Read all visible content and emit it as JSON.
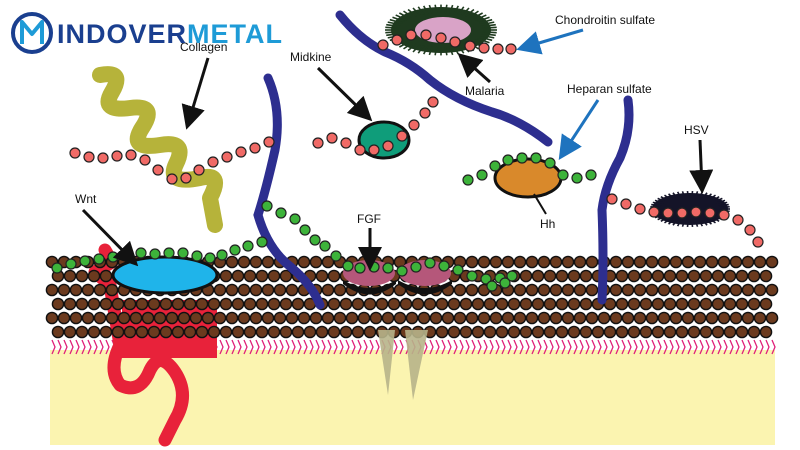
{
  "brand": {
    "name": "INDOVERMETAL",
    "name_dark_part": "INDOVER",
    "name_accent_part": "METAL",
    "colors": {
      "dark": "#1a3f8f",
      "accent": "#1e9bd7"
    }
  },
  "labels": {
    "collagen": "Collagen",
    "midkine": "Midkine",
    "chondroitin_sulfate": "Chondroitin sulfate",
    "malaria": "Malaria",
    "heparan_sulfate": "Heparan sulfate",
    "hsv": "HSV",
    "wnt": "Wnt",
    "fgf": "FGF",
    "hh": "Hh"
  },
  "colors": {
    "proteoglycan_core": "#2d2e8f",
    "heparan_bead": "#3db33a",
    "chondroitin_bead": "#f06a66",
    "collagen": "#b6b33a",
    "wnt": "#1fb4ea",
    "midkine": "#0f9d7a",
    "hh": "#d9892b",
    "fgf": "#b5577a",
    "membrane_head": "#6b3a1e",
    "membrane_tail": "#e0207a",
    "cytoplasm": "#fbf4b0",
    "red_protein": "#e8223a",
    "arrow_blue": "#1e73be"
  }
}
